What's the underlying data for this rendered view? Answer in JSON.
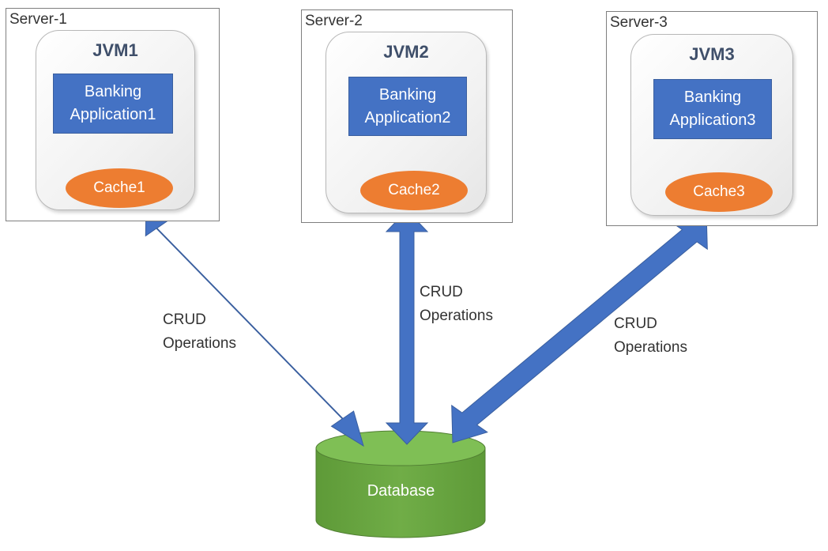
{
  "servers": [
    {
      "label": "Server-1",
      "jvm": "JVM1",
      "app": "Banking Application1",
      "cache": "Cache1"
    },
    {
      "label": "Server-2",
      "jvm": "JVM2",
      "app": "Banking Application2",
      "cache": "Cache2"
    },
    {
      "label": "Server-3",
      "jvm": "JVM3",
      "app": "Banking Application3",
      "cache": "Cache3"
    }
  ],
  "connections": [
    {
      "label": "CRUD\nOperations"
    },
    {
      "label": "CRUD\nOperations"
    },
    {
      "label": "CRUD\nOperations"
    }
  ],
  "database": {
    "label": "Database"
  },
  "colors": {
    "app_fill": "#4472c4",
    "cache_fill": "#ed7d31",
    "database_fill": "#70ad47",
    "arrow_fill": "#4472c4"
  }
}
